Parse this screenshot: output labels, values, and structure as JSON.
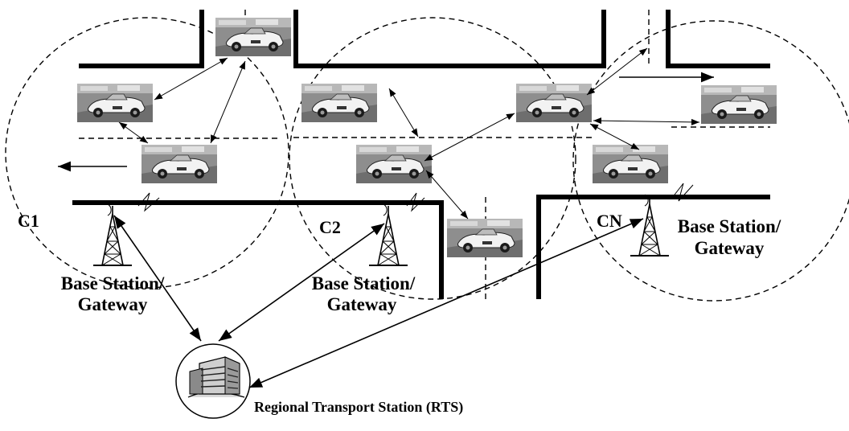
{
  "cells": [
    {
      "label": "C1"
    },
    {
      "label": "C2"
    },
    {
      "label": "CN"
    }
  ],
  "base_stations": [
    {
      "line1": "Base Station/",
      "line2": "Gateway"
    },
    {
      "line1": "Base Station/",
      "line2": "Gateway"
    },
    {
      "line1": "Base Station/",
      "line2": "Gateway"
    }
  ],
  "rts": {
    "label": "Regional Transport Station (RTS)"
  },
  "colors": {
    "ink": "#000000",
    "background": "#ffffff",
    "photo_bg": "#8e8e8e"
  }
}
